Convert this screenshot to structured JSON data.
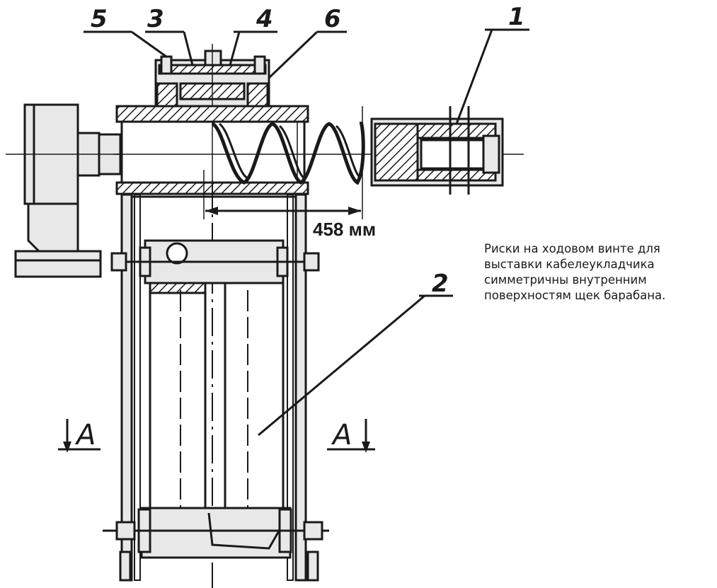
{
  "callouts": {
    "c1": "1",
    "c2": "2",
    "c3": "3",
    "c4": "4",
    "c5": "5",
    "c6": "6"
  },
  "section": {
    "left": "A",
    "right": "A"
  },
  "dimension": "458 мм",
  "note": {
    "lines": [
      "Риски на ходовом винте для",
      "выставки кабелеукладчика",
      "симметричны внутренним",
      "поверхностям щек барабана."
    ]
  }
}
